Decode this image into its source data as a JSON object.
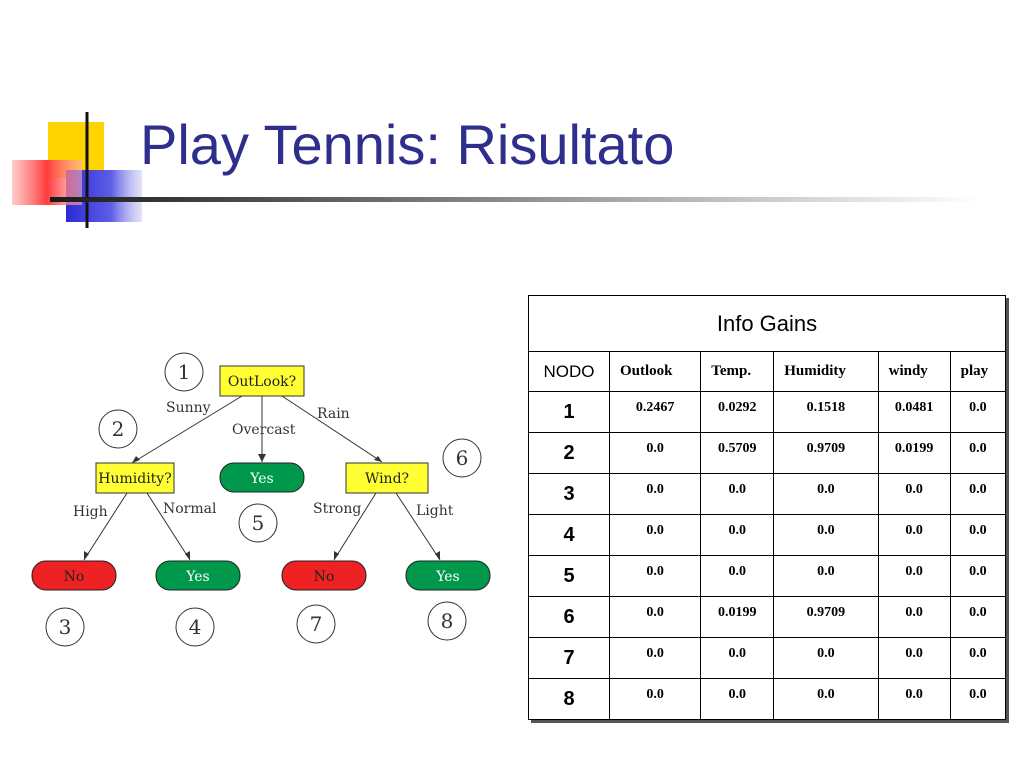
{
  "slide": {
    "title": "Play Tennis: Risultato"
  },
  "tree": {
    "nodes": {
      "outlook": "OutLook?",
      "humidity": "Humidity?",
      "wind": "Wind?",
      "yes_overcast": "Yes",
      "no_high": "No",
      "yes_normal": "Yes",
      "no_strong": "No",
      "yes_light": "Yes"
    },
    "edges": {
      "sunny": "Sunny",
      "overcast": "Overcast",
      "rain": "Rain",
      "high": "High",
      "normal": "Normal",
      "strong": "Strong",
      "light": "Light"
    },
    "numbers": {
      "n1": "1",
      "n2": "2",
      "n3": "3",
      "n4": "4",
      "n5": "5",
      "n6": "6",
      "n7": "7",
      "n8": "8"
    },
    "colors": {
      "decision": "#ffff33",
      "yes": "#00994c",
      "no": "#ee2222"
    }
  },
  "table": {
    "caption": "Info Gains",
    "headers": [
      "NODO",
      "Outlook",
      "Temp.",
      "Humidity",
      "windy",
      "play"
    ],
    "rows": [
      {
        "node": "1",
        "values": [
          "0.2467",
          "0.0292",
          "0.1518",
          "0.0481",
          "0.0"
        ]
      },
      {
        "node": "2",
        "values": [
          "0.0",
          "0.5709",
          "0.9709",
          "0.0199",
          "0.0"
        ]
      },
      {
        "node": "3",
        "values": [
          "0.0",
          "0.0",
          "0.0",
          "0.0",
          "0.0"
        ]
      },
      {
        "node": "4",
        "values": [
          "0.0",
          "0.0",
          "0.0",
          "0.0",
          "0.0"
        ]
      },
      {
        "node": "5",
        "values": [
          "0.0",
          "0.0",
          "0.0",
          "0.0",
          "0.0"
        ]
      },
      {
        "node": "6",
        "values": [
          "0.0",
          "0.0199",
          "0.9709",
          "0.0",
          "0.0"
        ]
      },
      {
        "node": "7",
        "values": [
          "0.0",
          "0.0",
          "0.0",
          "0.0",
          "0.0"
        ]
      },
      {
        "node": "8",
        "values": [
          "0.0",
          "0.0",
          "0.0",
          "0.0",
          "0.0"
        ]
      }
    ]
  }
}
